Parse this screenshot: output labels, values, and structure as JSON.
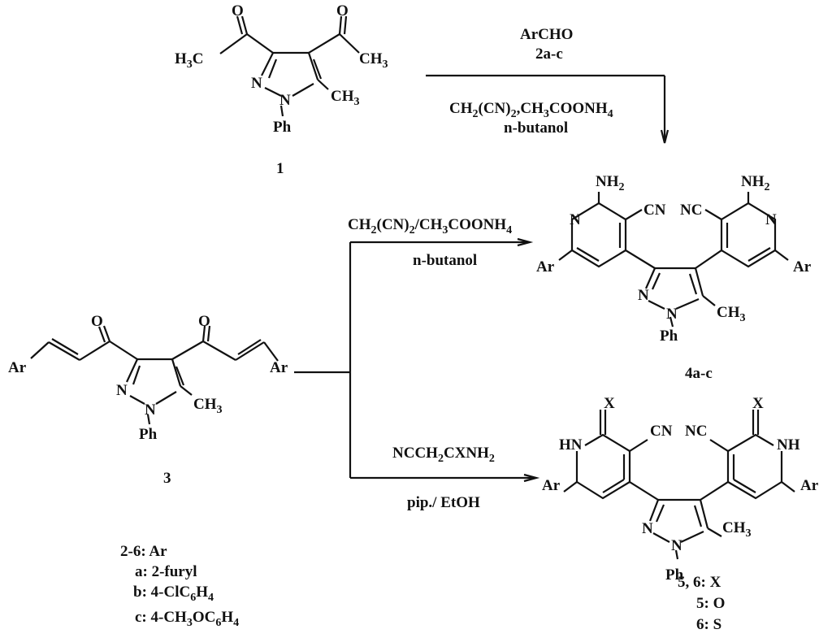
{
  "atoms": {
    "O": "O",
    "N": "N",
    "Ph": "Ph",
    "Ar": "Ar",
    "C": "C",
    "H": "H",
    "three": "3",
    "two": "2",
    "four": "4",
    "CN": "CN",
    "NC": "NC",
    "NH": "NH",
    "HN": "HN",
    "X": "X"
  },
  "labels": {
    "cmpd1": "1",
    "cmpd3": "3",
    "cmpd4": "4a-c",
    "reagent1_top": "ArCHO",
    "reagent1_sub": "2a-c",
    "reagent1_cond_a": "CH",
    "reagent1_cond_b": "(CN)",
    "reagent1_cond_c": ",CH",
    "reagent1_cond_d": "COONH",
    "solvent_butanol": "n-butanol",
    "reagent2_a": "CH",
    "reagent2_b": "(CN)",
    "reagent2_c": "/CH",
    "reagent2_d": "COONH",
    "reagent3_a": "NCCH",
    "reagent3_b": "CXNH",
    "reagent3_cond": "pip./ EtOH"
  },
  "legend_left": {
    "title": "2-6: Ar",
    "a": "a: 2-furyl",
    "b_a": "b: 4-ClC",
    "b_b": "H",
    "c_a": "c:  4-CH",
    "c_b": "OC",
    "c_c": "H"
  },
  "legend_right": {
    "title": "5, 6: X",
    "five": "5: O",
    "six": "6: S"
  }
}
